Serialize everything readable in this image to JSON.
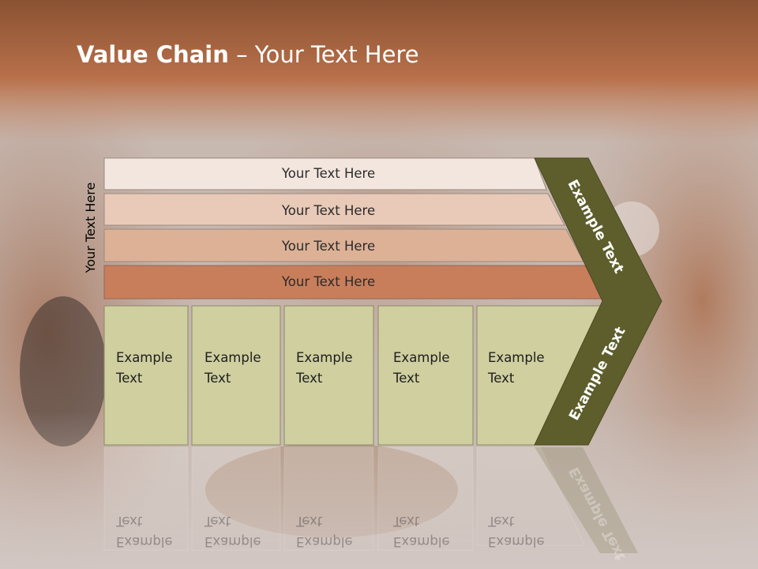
{
  "title": {
    "bold": "Value Chain",
    "rest": " – Your Text Here"
  },
  "side_label": "Your Text Here",
  "bands": [
    {
      "label": "Your Text Here",
      "color": "#f3e6de"
    },
    {
      "label": "Your Text Here",
      "color": "#e9c9b7"
    },
    {
      "label": "Your Text Here",
      "color": "#ddb196"
    },
    {
      "label": "Your Text Here",
      "color": "#c97e5b"
    }
  ],
  "boxes": [
    {
      "line1": "Example",
      "line2": "Text"
    },
    {
      "line1": "Example",
      "line2": "Text"
    },
    {
      "line1": "Example",
      "line2": "Text"
    },
    {
      "line1": "Example",
      "line2": "Text"
    },
    {
      "line1": "Example",
      "line2": "Text"
    }
  ],
  "chevron": {
    "top_label": "Example Text",
    "bottom_label": "Example Text"
  },
  "colors": {
    "header": "#b16a45",
    "box_fill": "#cfcf9f",
    "chevron_fill": "#5e5e2c"
  }
}
